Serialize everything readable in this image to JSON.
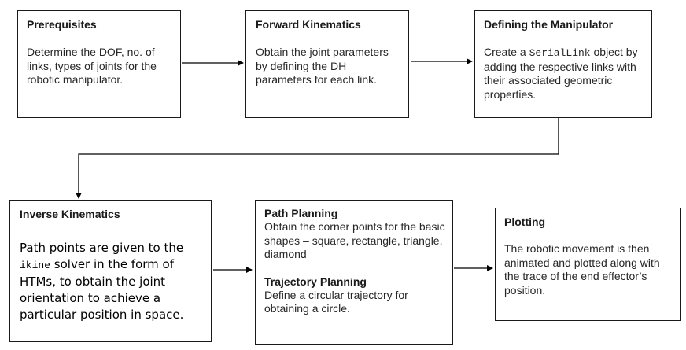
{
  "boxes": {
    "prerequisites": {
      "title": "Prerequisites",
      "text": "Determine the DOF, no. of links, types of joints for the robotic manipulator."
    },
    "forward_kinematics": {
      "title": "Forward Kinematics",
      "text": "Obtain the joint parameters by defining the DH parameters for each link."
    },
    "defining_manipulator": {
      "title": "Defining the Manipulator",
      "text_before": "Create a ",
      "code": "SerialLink",
      "text_after": " object by adding the respective links with their associated geometric properties."
    },
    "inverse_kinematics": {
      "title": "Inverse Kinematics",
      "text_before": "Path points are given to the ",
      "code": "ikine",
      "text_after": " solver in the form of HTMs, to obtain the joint orientation to achieve a particular position in space."
    },
    "planning": {
      "path_title": "Path Planning",
      "path_text": "Obtain the corner points for the basic shapes – square, rectangle, triangle, diamond",
      "trajectory_title": "Trajectory Planning",
      "trajectory_text": "Define a circular trajectory for obtaining a circle."
    },
    "plotting": {
      "title": "Plotting",
      "text": "The robotic movement is then animated and plotted along with the trace of the end effector’s position."
    }
  }
}
